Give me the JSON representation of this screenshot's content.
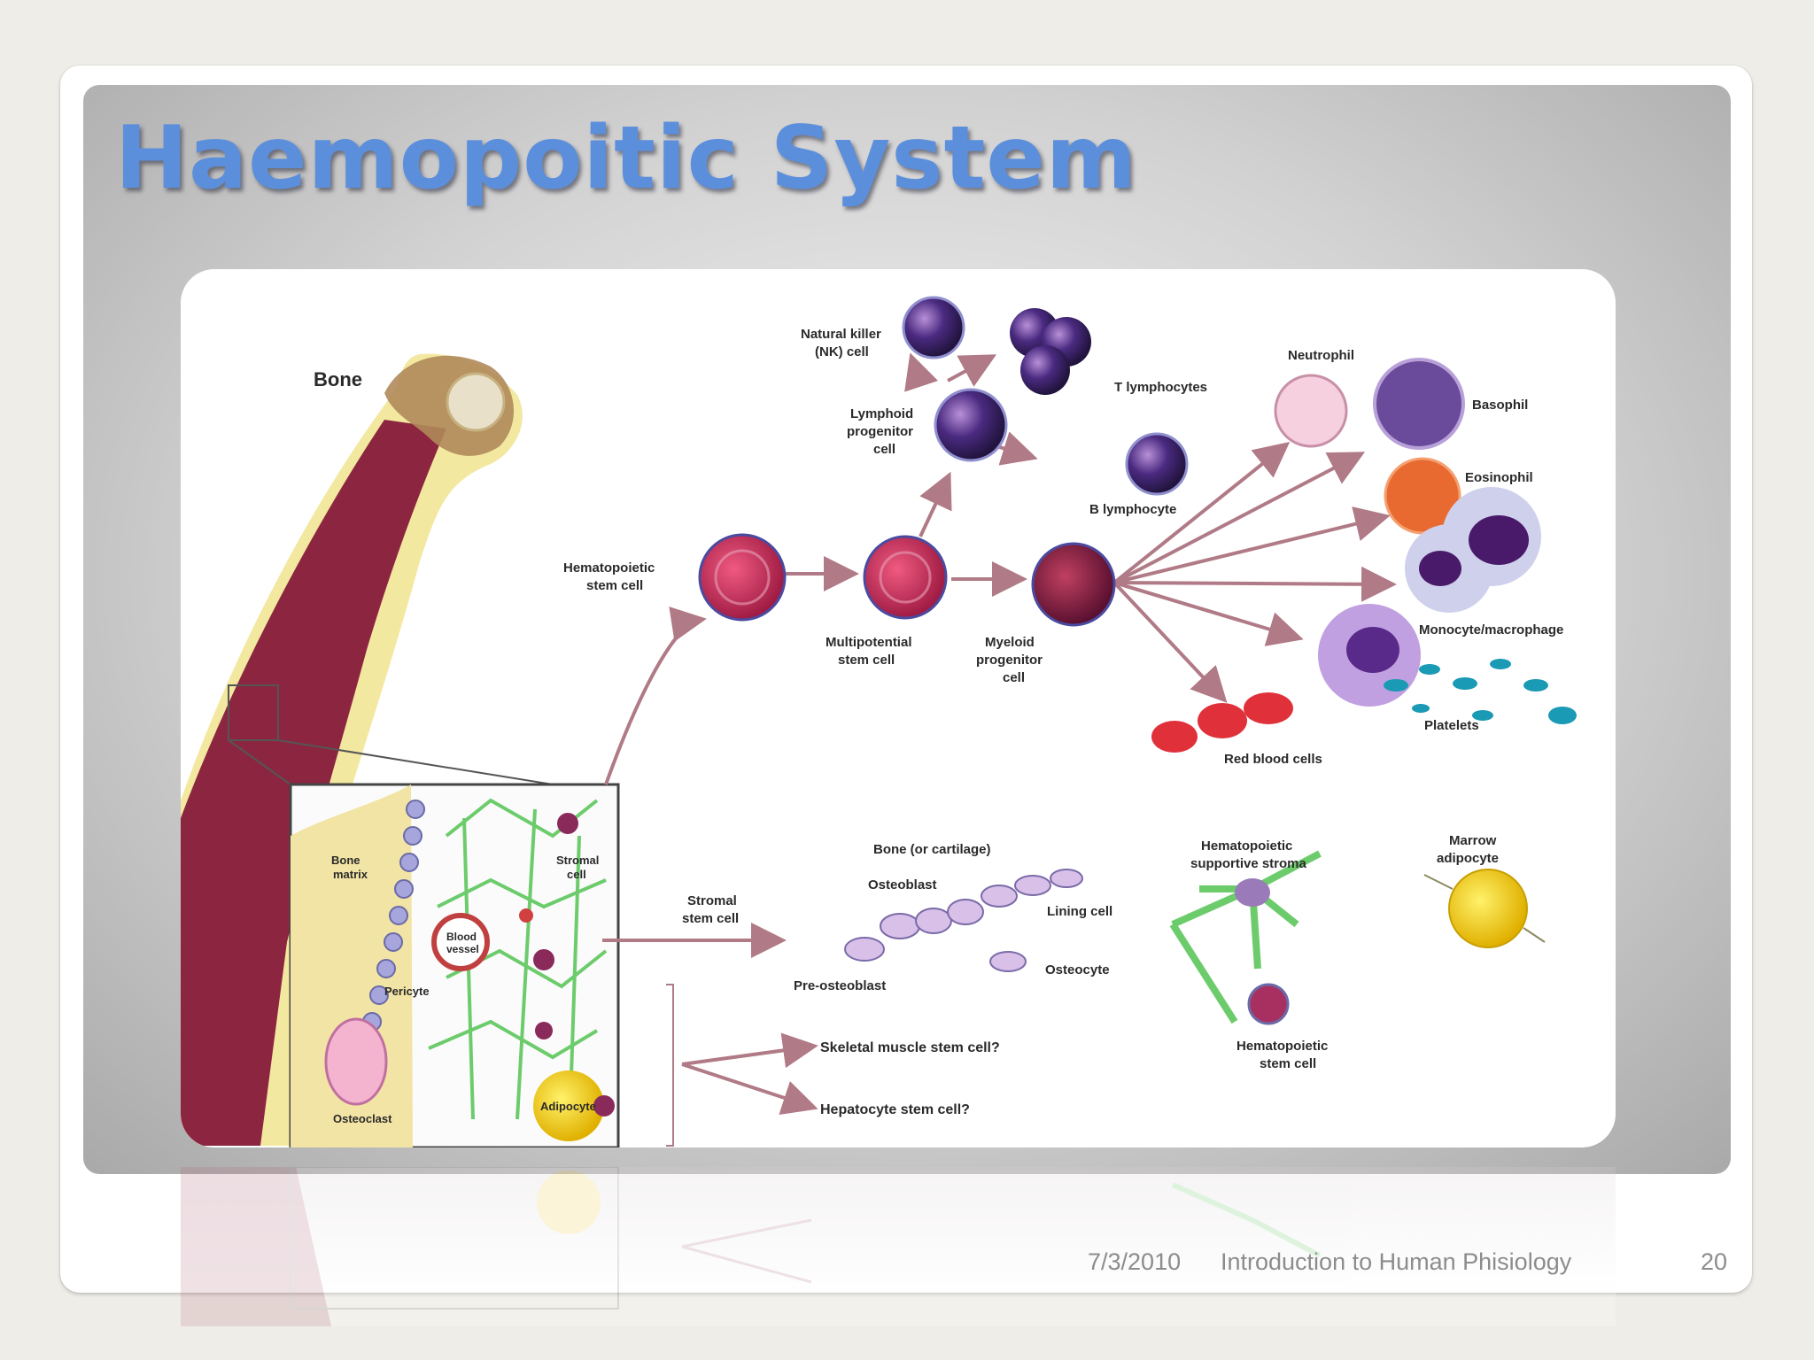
{
  "slide": {
    "title": "Haemopoitic System",
    "footer_date": "7/3/2010",
    "footer_title": "Introduction to Human Phisiology",
    "page_number": "20"
  },
  "diagram": {
    "bone": "Bone",
    "natural_killer": [
      "Natural killer",
      "(NK) cell"
    ],
    "t_lymphocytes": "T lymphocytes",
    "lymphoid_progenitor": [
      "Lymphoid",
      "progenitor",
      "cell"
    ],
    "b_lymphocyte": "B lymphocyte",
    "neutrophil": "Neutrophil",
    "basophil": "Basophil",
    "eosinophil": "Eosinophil",
    "monocyte_macrophage": "Monocyte/macrophage",
    "platelets": "Platelets",
    "red_blood_cells": "Red blood cells",
    "hsc": [
      "Hematopoietic",
      "stem cell"
    ],
    "multipotential": [
      "Multipotential",
      "stem cell"
    ],
    "myeloid_progenitor": [
      "Myeloid",
      "progenitor",
      "cell"
    ],
    "bone_matrix": [
      "Bone",
      "matrix"
    ],
    "stromal_cell": [
      "Stromal",
      "cell"
    ],
    "blood_vessel": [
      "Blood",
      "vessel"
    ],
    "pericyte": "Pericyte",
    "osteoclast": "Osteoclast",
    "adipocyte": "Adipocyte",
    "stromal_stem_cell": [
      "Stromal",
      "stem cell"
    ],
    "bone_cartilage": "Bone (or cartilage)",
    "osteoblast": "Osteoblast",
    "lining_cell": "Lining cell",
    "osteocyte": "Osteocyte",
    "pre_osteoblast": "Pre-osteoblast",
    "hematopoietic_stroma": [
      "Hematopoietic",
      "supportive stroma"
    ],
    "marrow_adipocyte": [
      "Marrow",
      "adipocyte"
    ],
    "hsc2": [
      "Hematopoietic",
      "stem cell"
    ],
    "skeletal_muscle": "Skeletal muscle stem cell?",
    "hepatocyte": "Hepatocyte stem cell?"
  },
  "colors": {
    "title": "#5b8fdc",
    "arrow": "#b07a86",
    "bone_marrow": "#8c2640",
    "stem_cell": "#c0305a",
    "lymphocyte": "#3a2a6a"
  }
}
